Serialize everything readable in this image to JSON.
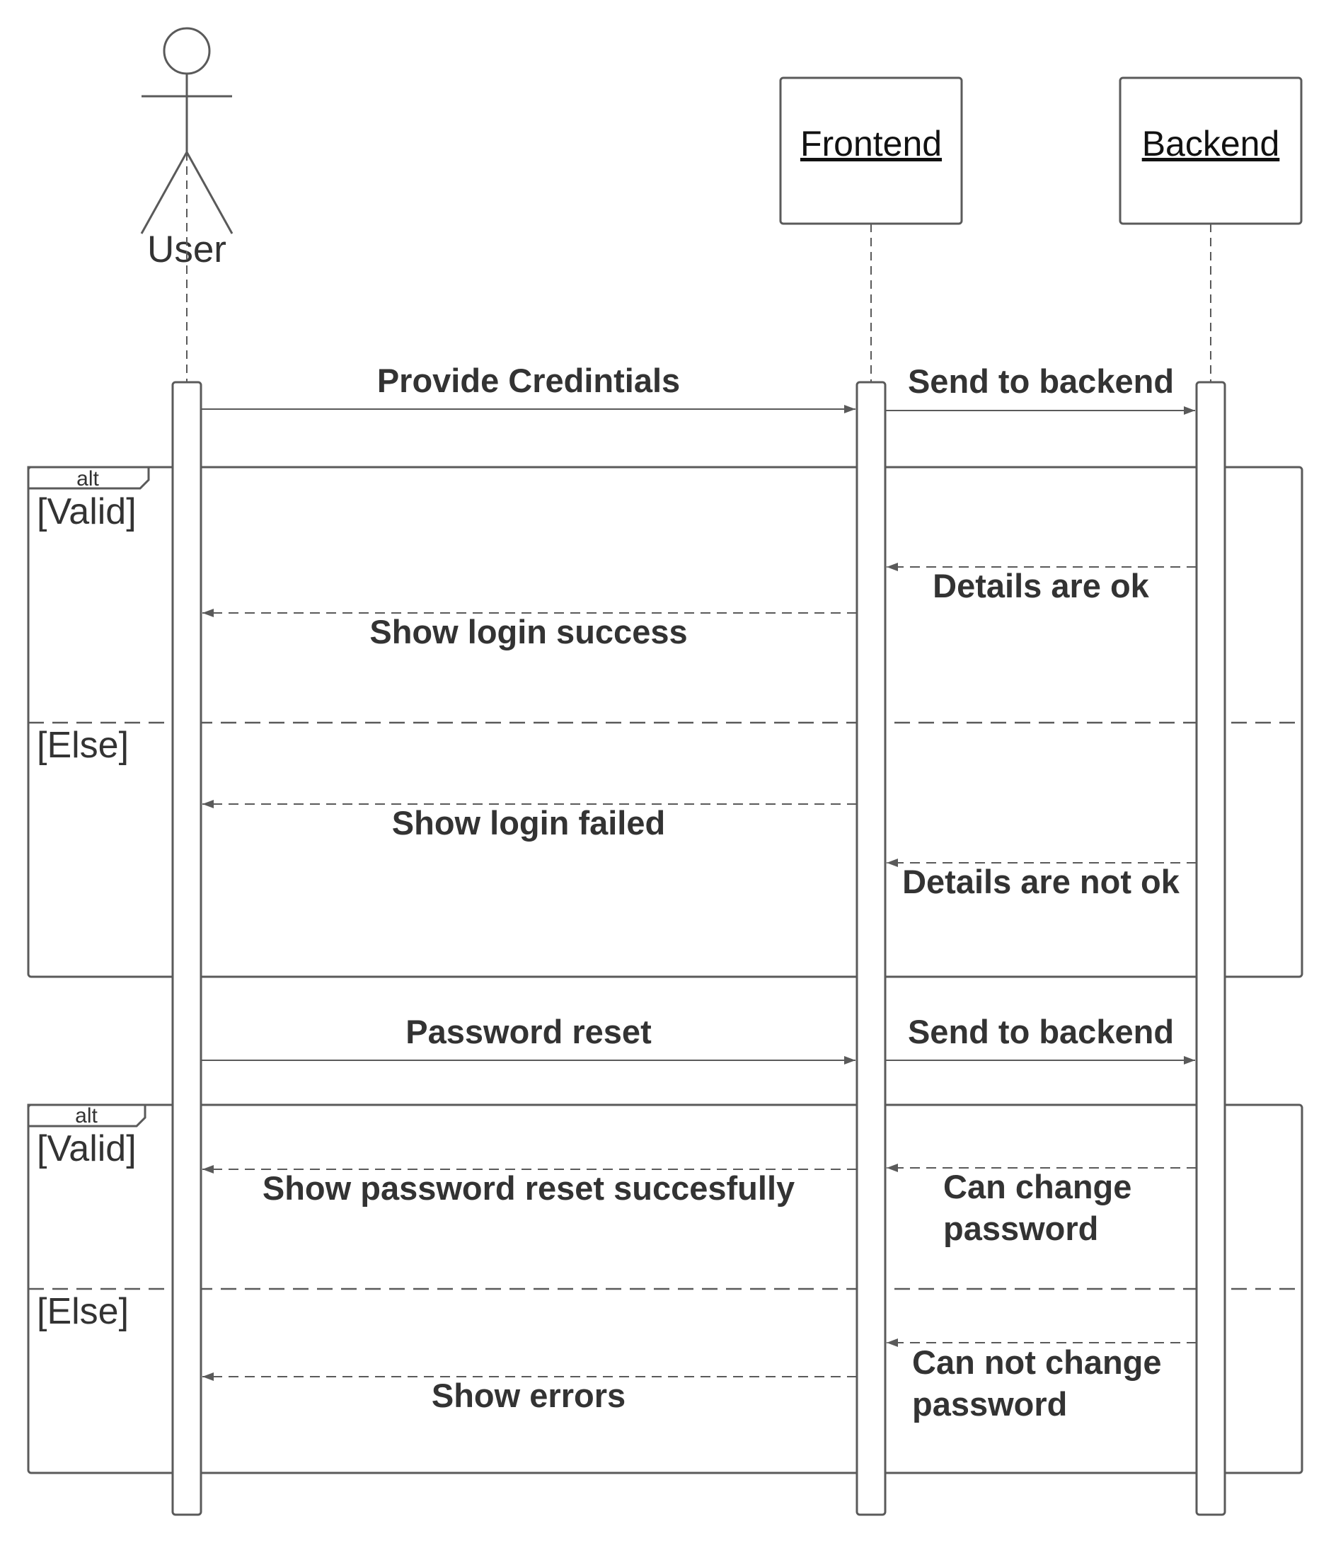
{
  "actor": {
    "label": "User"
  },
  "participants": {
    "frontend": {
      "label": "Frontend"
    },
    "backend": {
      "label": "Backend"
    }
  },
  "messages": {
    "provide_credentials": "Provide Credintials",
    "send_to_backend_1": "Send to backend",
    "details_ok": "Details are ok",
    "show_login_success": "Show login success",
    "show_login_failed": "Show login failed",
    "details_not_ok": "Details are not ok",
    "password_reset": "Password reset",
    "send_to_backend_2": "Send to backend",
    "show_password_reset": "Show password reset succesfully",
    "can_change_line1": "Can change",
    "can_change_line2": "password",
    "cannot_change_line1": "Can not change",
    "cannot_change_line2": "password",
    "show_errors": "Show errors"
  },
  "fragments": {
    "alt1": {
      "tag": "alt",
      "guard_valid": "[Valid]",
      "guard_else": "[Else]"
    },
    "alt2": {
      "tag": "alt",
      "guard_valid": "[Valid]",
      "guard_else": "[Else]"
    }
  },
  "colors": {
    "stroke": "#5a5a5a",
    "text": "#333333"
  }
}
